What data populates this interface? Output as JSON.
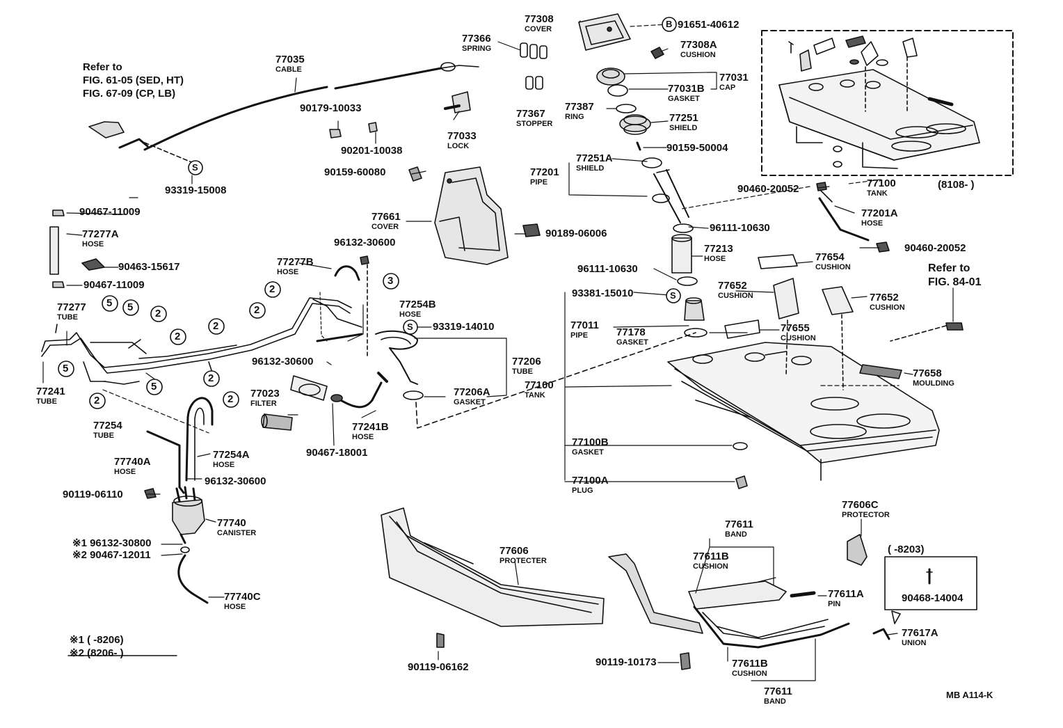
{
  "diagram_code": "MB A114-K",
  "refer_top_left": [
    "Refer to",
    "FIG. 61-05 (SED, HT)",
    "FIG. 67-09 (CP, LB)"
  ],
  "refer_right": [
    "Refer to",
    "FIG. 84-01"
  ],
  "notes": {
    "n1_label": "※1",
    "n1_range": "(      -8206)",
    "n2_label": "※2",
    "n2_range": "(8206-       )",
    "tank_range": "(8108-      )",
    "inset_range": "(       -8203)"
  },
  "callouts": {
    "c2": "2",
    "c3": "3",
    "c5": "5",
    "s": "S",
    "b": "B"
  },
  "parts": {
    "p77308": {
      "num": "77308",
      "name": "COVER"
    },
    "p91651": {
      "num": "91651-40612"
    },
    "p77366": {
      "num": "77366",
      "name": "SPRING"
    },
    "p77308A": {
      "num": "77308A",
      "name": "CUSHION"
    },
    "p77035": {
      "num": "77035",
      "name": "CABLE"
    },
    "p77031": {
      "num": "77031",
      "name": "CAP"
    },
    "p77031B": {
      "num": "77031B",
      "name": "GASKET"
    },
    "p90179": {
      "num": "90179-10033"
    },
    "p77367": {
      "num": "77367",
      "name": "STOPPER"
    },
    "p77387": {
      "num": "77387",
      "name": "RING"
    },
    "p77251": {
      "num": "77251",
      "name": "SHIELD"
    },
    "p77033": {
      "num": "77033",
      "name": "LOCK"
    },
    "p90201": {
      "num": "90201-10038"
    },
    "p90159_50004": {
      "num": "90159-50004"
    },
    "p93319_15008": {
      "num": "93319-15008"
    },
    "p90159_60080": {
      "num": "90159-60080"
    },
    "p77251A": {
      "num": "77251A",
      "name": "SHIELD"
    },
    "p77201": {
      "num": "77201",
      "name": "PIPE"
    },
    "p90460_a": {
      "num": "90460-20052"
    },
    "p77100_tank": {
      "num": "77100",
      "name": "TANK"
    },
    "p90467_11009a": {
      "num": "90467-11009"
    },
    "p77277A": {
      "num": "77277A",
      "name": "HOSE"
    },
    "p77661": {
      "num": "77661",
      "name": "COVER"
    },
    "p90189": {
      "num": "90189-06006"
    },
    "p96111_a": {
      "num": "96111-10630"
    },
    "p77201A": {
      "num": "77201A",
      "name": "HOSE"
    },
    "p90460_b": {
      "num": "90460-20052"
    },
    "p96132_30600a": {
      "num": "96132-30600"
    },
    "p77213": {
      "num": "77213",
      "name": "HOSE"
    },
    "p77654": {
      "num": "77654",
      "name": "CUSHION"
    },
    "p90463": {
      "num": "90463-15617"
    },
    "p77277B": {
      "num": "77277B",
      "name": "HOSE"
    },
    "p96111_b": {
      "num": "96111-10630"
    },
    "p90467_11009b": {
      "num": "90467-11009"
    },
    "p77652a": {
      "num": "77652",
      "name": "CUSHION"
    },
    "p77652b": {
      "num": "77652",
      "name": "CUSHION"
    },
    "p93381": {
      "num": "93381-15010"
    },
    "p77277": {
      "num": "77277",
      "name": "TUBE"
    },
    "p77254B": {
      "num": "77254B",
      "name": "HOSE"
    },
    "p93319_14010": {
      "num": "93319-14010"
    },
    "p77011": {
      "num": "77011",
      "name": "PIPE"
    },
    "p77178": {
      "num": "77178",
      "name": "GASKET"
    },
    "p77655": {
      "num": "77655",
      "name": "CUSHION"
    },
    "p77206": {
      "num": "77206",
      "name": "TUBE"
    },
    "p96132_30600b": {
      "num": "96132-30600"
    },
    "p77100": {
      "num": "77100",
      "name": "TANK"
    },
    "p77658": {
      "num": "77658",
      "name": "MOULDING"
    },
    "p77241": {
      "num": "77241",
      "name": "TUBE"
    },
    "p77023": {
      "num": "77023",
      "name": "FILTER"
    },
    "p77206A": {
      "num": "77206A",
      "name": "GASKET"
    },
    "p77241B": {
      "num": "77241B",
      "name": "HOSE"
    },
    "p77254": {
      "num": "77254",
      "name": "TUBE"
    },
    "p90467_18001": {
      "num": "90467-18001"
    },
    "p77254A": {
      "num": "77254A",
      "name": "HOSE"
    },
    "p77740A": {
      "num": "77740A",
      "name": "HOSE"
    },
    "p77100B": {
      "num": "77100B",
      "name": "GASKET"
    },
    "p96132_30600c": {
      "num": "96132-30600"
    },
    "p90119_06110": {
      "num": "90119-06110"
    },
    "p77100A": {
      "num": "77100A",
      "name": "PLUG"
    },
    "p77740": {
      "num": "77740",
      "name": "CANISTER"
    },
    "p77606C": {
      "num": "77606C",
      "name": "PROTECTOR"
    },
    "p77611top": {
      "num": "77611",
      "name": "BAND"
    },
    "p77606": {
      "num": "77606",
      "name": "PROTECTER"
    },
    "p96132_30800": {
      "num": "※1 96132-30800"
    },
    "p90467_12011": {
      "num": "※2 90467-12011"
    },
    "p77611B_top": {
      "num": "77611B",
      "name": "CUSHION"
    },
    "p77611A": {
      "num": "77611A",
      "name": "PIN"
    },
    "p77740C": {
      "num": "77740C",
      "name": "HOSE"
    },
    "p90468": {
      "num": "90468-14004"
    },
    "p77617A": {
      "num": "77617A",
      "name": "UNION"
    },
    "p90119_10173": {
      "num": "90119-10173"
    },
    "p77611B_bot": {
      "num": "77611B",
      "name": "CUSHION"
    },
    "p90119_06162": {
      "num": "90119-06162"
    },
    "p77611bot": {
      "num": "77611",
      "name": "BAND"
    }
  },
  "style": {
    "ink": "#111111",
    "shade": "#bdbdbd",
    "paper": "#ffffff"
  }
}
